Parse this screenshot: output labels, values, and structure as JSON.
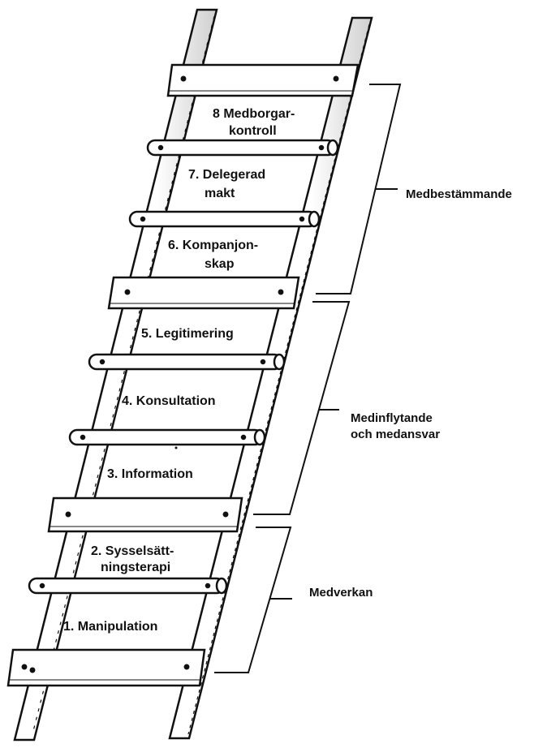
{
  "rungs": [
    {
      "number": "8",
      "lines": [
        "8  Medborgar-",
        "kontroll"
      ]
    },
    {
      "number": "7",
      "lines": [
        "7.  Delegerad",
        "makt"
      ]
    },
    {
      "number": "6",
      "lines": [
        "6.  Kompanjon-",
        "skap"
      ]
    },
    {
      "number": "5",
      "lines": [
        "5.  Legitimering"
      ]
    },
    {
      "number": "4",
      "lines": [
        "4.  Konsultation"
      ]
    },
    {
      "number": "3",
      "lines": [
        "3.  Information"
      ]
    },
    {
      "number": "2",
      "lines": [
        "2.  Sysselsätt-",
        "ningsterapi"
      ]
    },
    {
      "number": "1",
      "lines": [
        "1.  Manipulation"
      ]
    }
  ],
  "groups": [
    {
      "lines": [
        "Medbestämmande"
      ],
      "covers": [
        "8",
        "7",
        "6"
      ]
    },
    {
      "lines": [
        "Medinflytande",
        "och medansvar"
      ],
      "covers": [
        "5",
        "4",
        "3"
      ]
    },
    {
      "lines": [
        "Medverkan"
      ],
      "covers": [
        "2",
        "1"
      ]
    }
  ]
}
